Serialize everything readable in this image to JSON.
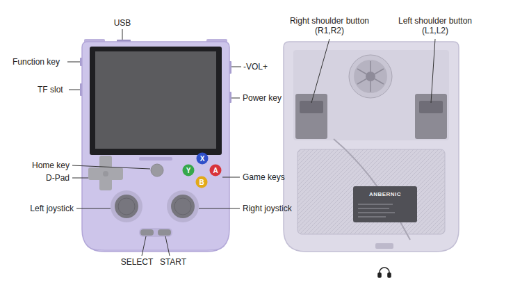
{
  "diagram": {
    "labels": [
      "USB",
      "Function key",
      "TF slot",
      "-VOL+",
      "Power key",
      "Home key",
      "D-Pad",
      "Game keys",
      "Left joystick",
      "Right joystick",
      "SELECT",
      "START",
      "Right shoulder button (R1,R2)",
      "Left shoulder button (L1,L2)",
      "X",
      "Y",
      "A",
      "B",
      "ANBERNIC"
    ]
  }
}
